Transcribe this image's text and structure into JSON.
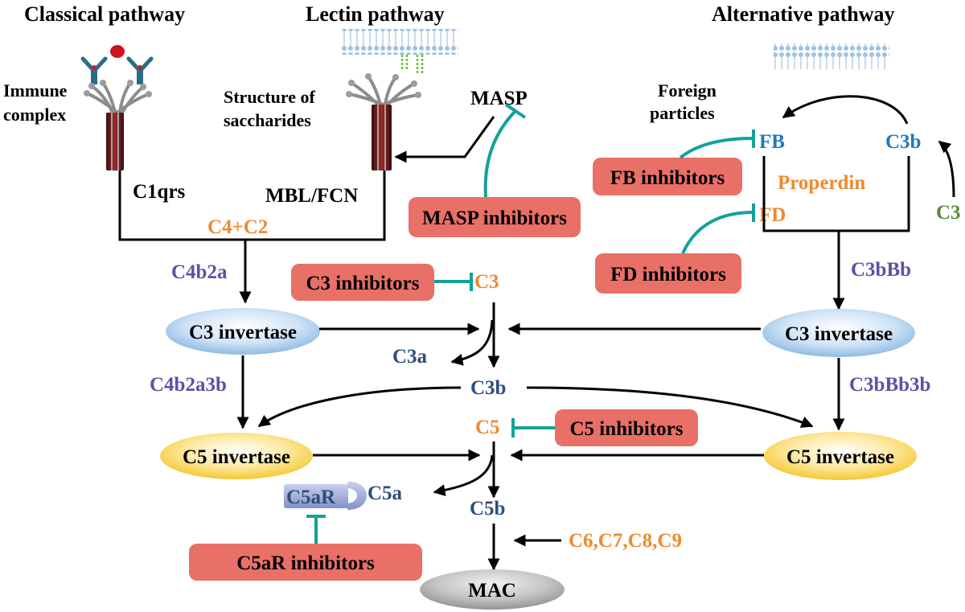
{
  "pathways": {
    "classical": "Classical  pathway",
    "lectin": "Lectin  pathway",
    "alternative": "Alternative  pathway"
  },
  "labels": {
    "immune_complex_1": "Immune",
    "immune_complex_2": "complex",
    "structure_1": "Structure of",
    "structure_2": "saccharides",
    "c1qrs": "C1qrs",
    "mbl_fcn": "MBL/FCN",
    "masp": "MASP",
    "foreign_1": "Foreign",
    "foreign_2": "particles",
    "fb": "FB",
    "c3b_alt": "C3b",
    "properdin": "Properdin",
    "fd": "FD",
    "c3_alt": "C3",
    "c4c2": "C4+C2",
    "c4b2a": "C4b2a",
    "c3bbb": "C3bBb",
    "c3_center": "C3",
    "c3a": "C3a",
    "c3b_center": "C3b",
    "c4b2a3b": "C4b2a3b",
    "c3bbb3b": "C3bBb3b",
    "c5": "C5",
    "c5a": "C5a",
    "c5b": "C5b",
    "c5ar": "C5aR",
    "terminal": "C6,C7,C8,C9"
  },
  "nodes": {
    "c3_invertase_left": "C3 invertase",
    "c3_invertase_right": "C3 invertase",
    "c5_invertase_left": "C5 invertase",
    "c5_invertase_right": "C5 invertase",
    "mac": "MAC"
  },
  "inhibitors": {
    "fb": "FB inhibitors",
    "masp": "MASP inhibitors",
    "fd": "FD inhibitors",
    "c3": "C3 inhibitors",
    "c5": "C5 inhibitors",
    "c5ar": "C5aR inhibitors"
  },
  "colors": {
    "orange": "#ee8a2f",
    "blue": "#1f78c1",
    "navy": "#2e4e7a",
    "purple": "#5a52a8",
    "green": "#5a8a38",
    "inhibitor_fill": "#e87067",
    "inhibit_line": "#13a199"
  }
}
